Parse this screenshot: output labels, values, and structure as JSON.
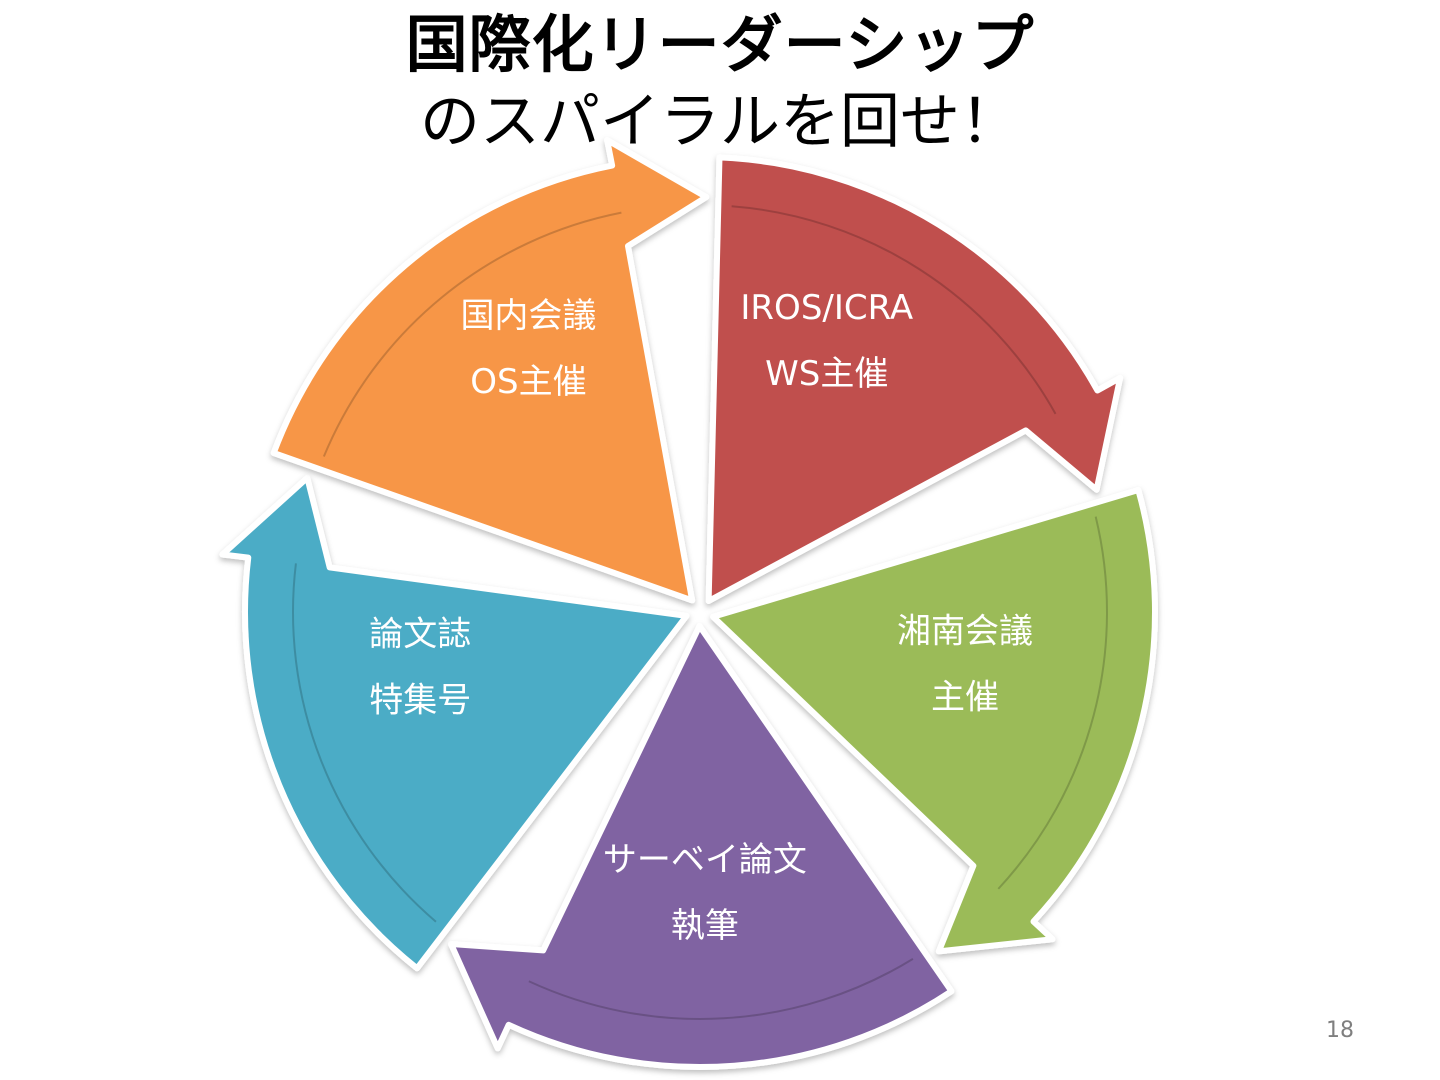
{
  "title": {
    "line1": "国際化リーダーシップ",
    "line2": "のスパイラルを回せ！"
  },
  "cycle": {
    "segments": [
      {
        "id": "iros-icra-ws",
        "lines": [
          "IROS/ICRA",
          "WS主催"
        ],
        "color": "#c0504d"
      },
      {
        "id": "shonan-meeting",
        "lines": [
          "湘南会議",
          "主催"
        ],
        "color": "#9bbb59"
      },
      {
        "id": "survey-paper",
        "lines": [
          "サーベイ論文",
          "執筆"
        ],
        "color": "#8064a2"
      },
      {
        "id": "journal-special-issue",
        "lines": [
          "論文誌",
          "特集号"
        ],
        "color": "#4bacc6"
      },
      {
        "id": "domestic-conference-os",
        "lines": [
          "国内会議",
          "OS主催"
        ],
        "color": "#f79646"
      }
    ]
  },
  "footer": {
    "page_number": "18"
  }
}
